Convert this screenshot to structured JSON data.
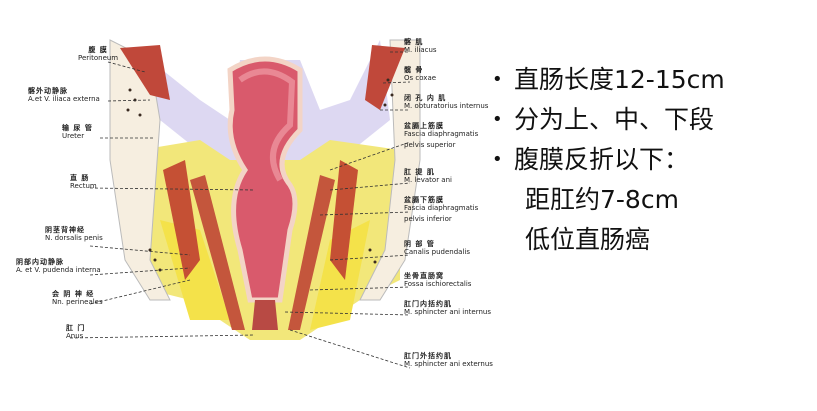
{
  "figure": {
    "left_labels": [
      {
        "zh": "腹 膜",
        "en": "Peritoneum"
      },
      {
        "zh": "髂外动静脉",
        "en": "A.et V. iliaca externa"
      },
      {
        "zh": "输 尿 管",
        "en": "Ureter"
      },
      {
        "zh": "直 肠",
        "en": "Rectum"
      },
      {
        "zh": "阴茎背神经",
        "en": "N. dorsalis penis"
      },
      {
        "zh": "阴部内动静脉",
        "en": "A. et V. pudenda interna"
      },
      {
        "zh": "会 阴 神 经",
        "en": "Nn. perineales"
      },
      {
        "zh": "肛 门",
        "en": "Anus"
      }
    ],
    "right_labels": [
      {
        "zh": "髂 肌",
        "en": "M. iliacus"
      },
      {
        "zh": "髋 骨",
        "en": "Os coxae"
      },
      {
        "zh": "闭 孔 内 肌",
        "en": "M. obturatorius internus"
      },
      {
        "zh": "盆膈上筋膜",
        "en": "Fascia diaphragmatis",
        "en2": "pelvis superior"
      },
      {
        "zh": "肛 提 肌",
        "en": "M. levator ani"
      },
      {
        "zh": "盆膈下筋膜",
        "en": "Fascia diaphragmatis",
        "en2": "pelvis inferior"
      },
      {
        "zh": "阴 部 管",
        "en": "Canalis pudendalis"
      },
      {
        "zh": "坐骨直肠窝",
        "en": "Fossa ischiorectalis"
      },
      {
        "zh": "肛门内括约肌",
        "en": "M. sphincter ani internus"
      },
      {
        "zh": "肛门外括约肌",
        "en": "M. sphincter ani externus"
      }
    ]
  },
  "bullets": [
    {
      "bullet": "•",
      "text": "直肠长度12-15cm"
    },
    {
      "bullet": "•",
      "text": "分为上、中、下段"
    },
    {
      "bullet": "•",
      "text": "腹膜反折以下："
    },
    {
      "bullet": "",
      "text": "距肛约7-8cm"
    },
    {
      "bullet": "",
      "text": "低位直肠癌"
    }
  ]
}
